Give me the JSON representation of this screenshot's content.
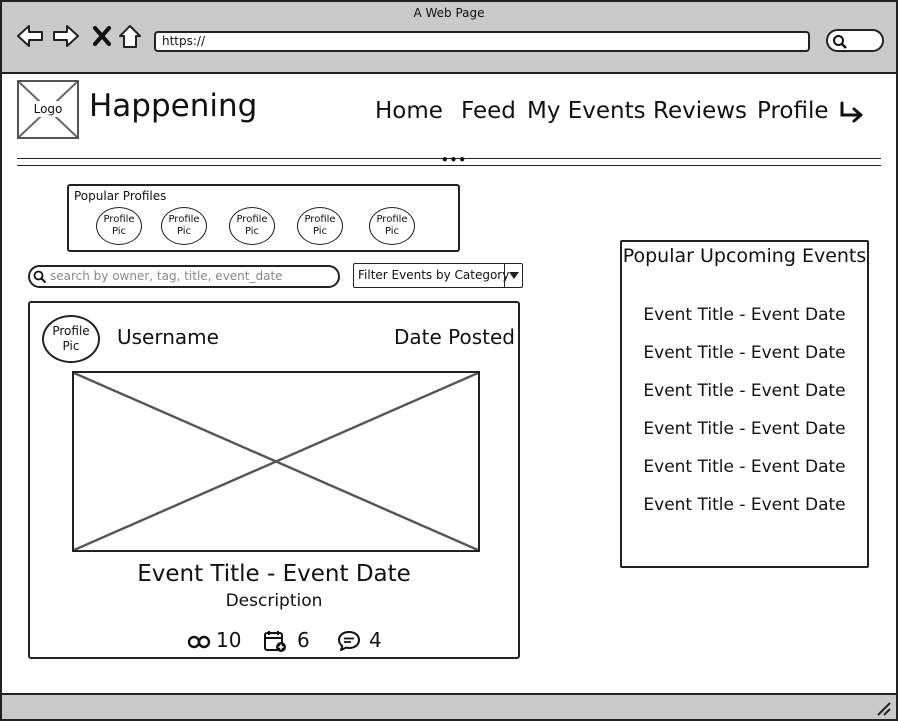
{
  "window": {
    "title": "A Web Page",
    "url": "https://"
  },
  "header": {
    "logo_label": "Logo",
    "site_title": "Happening",
    "nav": [
      "Home",
      "Feed",
      "My Events",
      "Reviews",
      "Profile"
    ]
  },
  "popular_profiles": {
    "title": "Popular Profiles",
    "pics": [
      "Profile Pic",
      "Profile Pic",
      "Profile Pic",
      "Profile Pic",
      "Profile Pic"
    ]
  },
  "search": {
    "placeholder": "search by owner, tag, title, event_date"
  },
  "filter": {
    "label": "Filter Events by Category"
  },
  "event_card": {
    "profile_pic": "Profile Pic",
    "username": "Username",
    "date_posted": "Date Posted",
    "title": "Event Title - Event Date",
    "description": "Description",
    "stats": {
      "views": "10",
      "attending": "6",
      "comments": "4"
    }
  },
  "upcoming": {
    "title": "Popular Upcoming Events",
    "items": [
      "Event Title - Event Date",
      "Event Title - Event Date",
      "Event Title - Event Date",
      "Event Title - Event Date",
      "Event Title - Event Date",
      "Event Title - Event Date"
    ]
  },
  "icons": [
    "back-icon",
    "forward-icon",
    "close-icon",
    "home-icon",
    "search-icon",
    "logout-icon",
    "views-icon",
    "calendar-add-icon",
    "comment-icon",
    "chevron-down-icon",
    "resize-grip-icon"
  ]
}
